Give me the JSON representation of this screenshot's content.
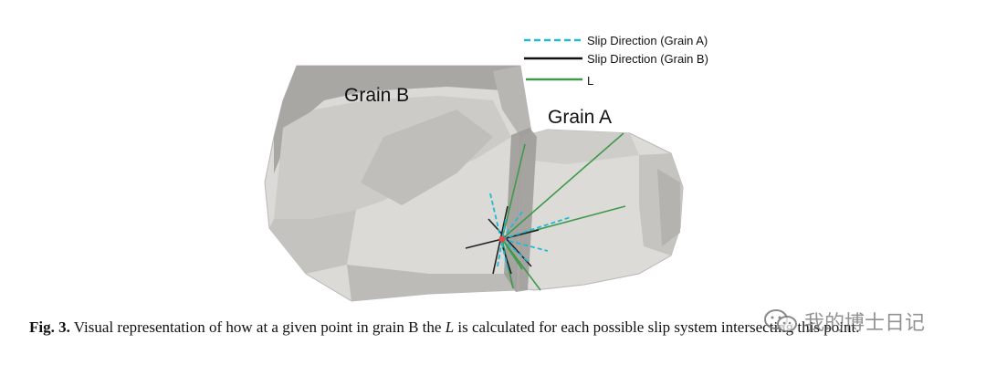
{
  "figure": {
    "grain_b_label": "Grain B",
    "grain_a_label": "Grain A",
    "legend": [
      {
        "label": "Slip Direction (Grain A)",
        "style": "dashed",
        "color": "#22b8d6"
      },
      {
        "label": "Slip Direction (Grain B)",
        "style": "solid",
        "color": "#111111"
      },
      {
        "label": "L",
        "style": "solid",
        "color": "#3d9a4a"
      }
    ],
    "colors": {
      "grain_fill_light": "#dcdad6",
      "grain_fill_mid": "#c9c7c3",
      "grain_fill_dark": "#a9a7a4",
      "point": "#e84a3a"
    }
  },
  "caption": {
    "label": "Fig. 3.",
    "text_before": " Visual representation of how at a given point in grain B the ",
    "variable": "L",
    "text_after": " is calculated for each possible slip system intersecting this point."
  },
  "watermark": {
    "text": "我的博士日记",
    "icon": "wechat-icon"
  }
}
